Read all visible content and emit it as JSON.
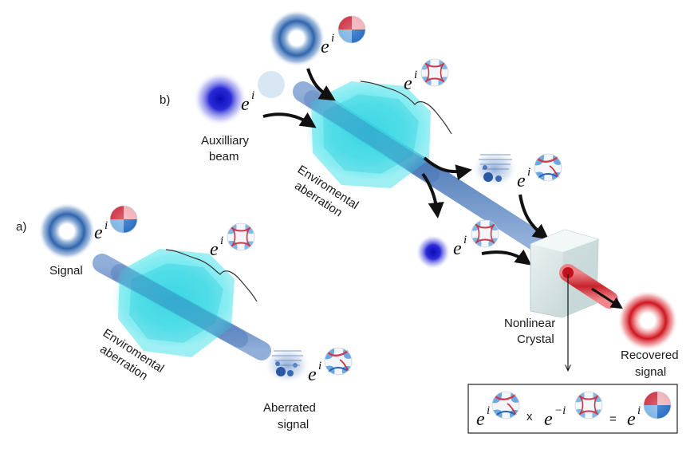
{
  "panel_a": {
    "tag": "a)",
    "signal_label": "Signal",
    "aberration_label_1": "Enviromental",
    "aberration_label_2": "aberration",
    "aberrated_label_1": "Aberrated",
    "aberrated_label_2": "signal"
  },
  "panel_b": {
    "tag": "b)",
    "aux_label_1": "Auxilliary",
    "aux_label_2": "beam",
    "aberration_label_1": "Enviromental",
    "aberration_label_2": "aberration",
    "crystal_label_1": "Nonlinear",
    "crystal_label_2": "Crystal",
    "recovered_label_1": "Recovered",
    "recovered_label_2": "signal"
  },
  "math": {
    "base": "e",
    "exp_i": "i",
    "exp_neg_i": "−i",
    "times": "x",
    "equals": "="
  },
  "colors": {
    "beam_blue": "#3f6fb3",
    "crystal_cyan": "#3fe6ef",
    "aux_blue": "#1a1ad0",
    "recovered_red": "#d3202a",
    "arrow": "#111111"
  }
}
